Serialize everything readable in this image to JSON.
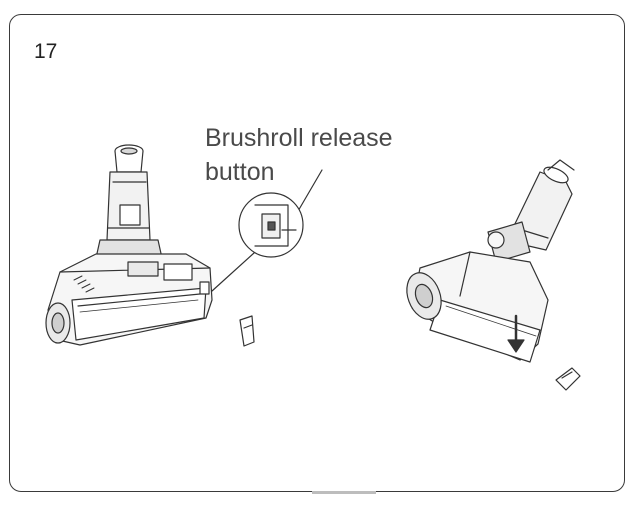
{
  "step": {
    "number": "17"
  },
  "callout": {
    "line1": "Brushroll release",
    "line2": "button"
  }
}
